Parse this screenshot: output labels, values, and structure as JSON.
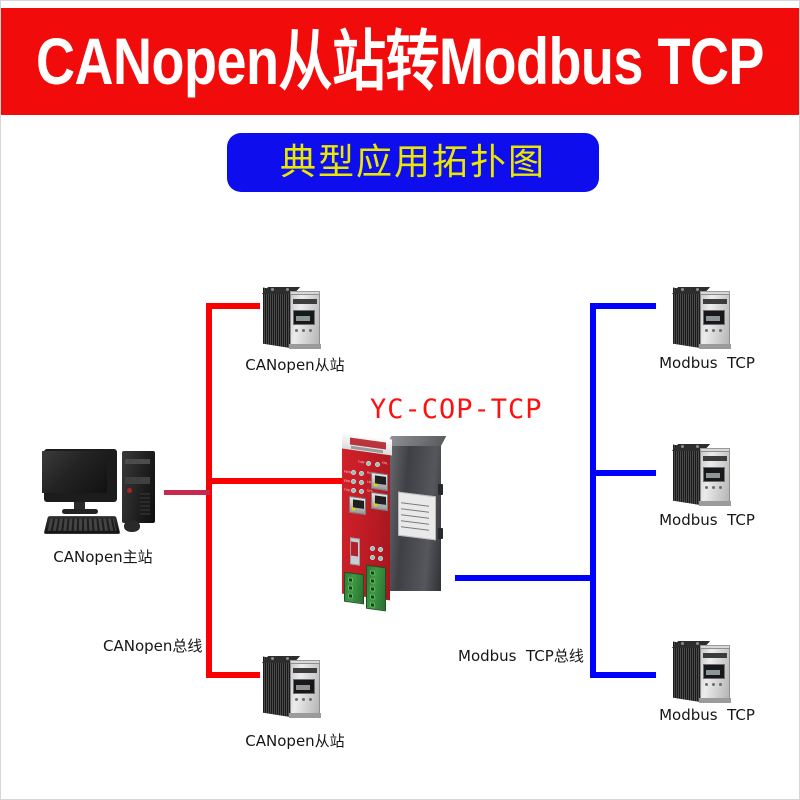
{
  "header": {
    "title": "CANopen从站转Modbus TCP",
    "banner_color": "#f20b0b",
    "title_color": "#ffffff"
  },
  "subtitle": {
    "text": "典型应用拓扑图",
    "box_color": "#0d0ded",
    "text_color": "#e8e800"
  },
  "gateway": {
    "model_label": "YC-COP-TCP",
    "model_label_color": "#fc1111",
    "panel_color": "#bd1b24",
    "leds": [
      {
        "name": "CAN",
        "label": "CAN"
      },
      {
        "name": "FAIL",
        "label": "FAIL"
      },
      {
        "name": "PWR",
        "label": "PWR"
      },
      {
        "name": "RUN",
        "label": "RUN"
      },
      {
        "name": "ERR",
        "label": "ERR"
      },
      {
        "name": "LINK",
        "label": "LNK"
      },
      {
        "name": "TXD",
        "label": "TXD"
      },
      {
        "name": "SYS",
        "label": "SYS"
      }
    ],
    "ports": [
      {
        "name": "P1",
        "label": "P1"
      },
      {
        "name": "P2",
        "label": "P2"
      },
      {
        "name": "CAN",
        "label": "CAN"
      }
    ]
  },
  "nodes": {
    "master": {
      "label": "CANopen主站",
      "type": "pc-workstation"
    },
    "canopen_slaves": [
      {
        "label": "CANopen从站",
        "position": "top"
      },
      {
        "label": "CANopen从站",
        "position": "bottom"
      }
    ],
    "modbus_devices": [
      {
        "label": "Modbus  TCP",
        "position": "top"
      },
      {
        "label": "Modbus  TCP",
        "position": "middle"
      },
      {
        "label": "Modbus  TCP",
        "position": "bottom"
      }
    ]
  },
  "buses": {
    "canopen": {
      "label": "CANopen总线",
      "color": "#fb0000"
    },
    "modbus": {
      "label": "Modbus  TCP总线",
      "color": "#0000ff"
    }
  }
}
